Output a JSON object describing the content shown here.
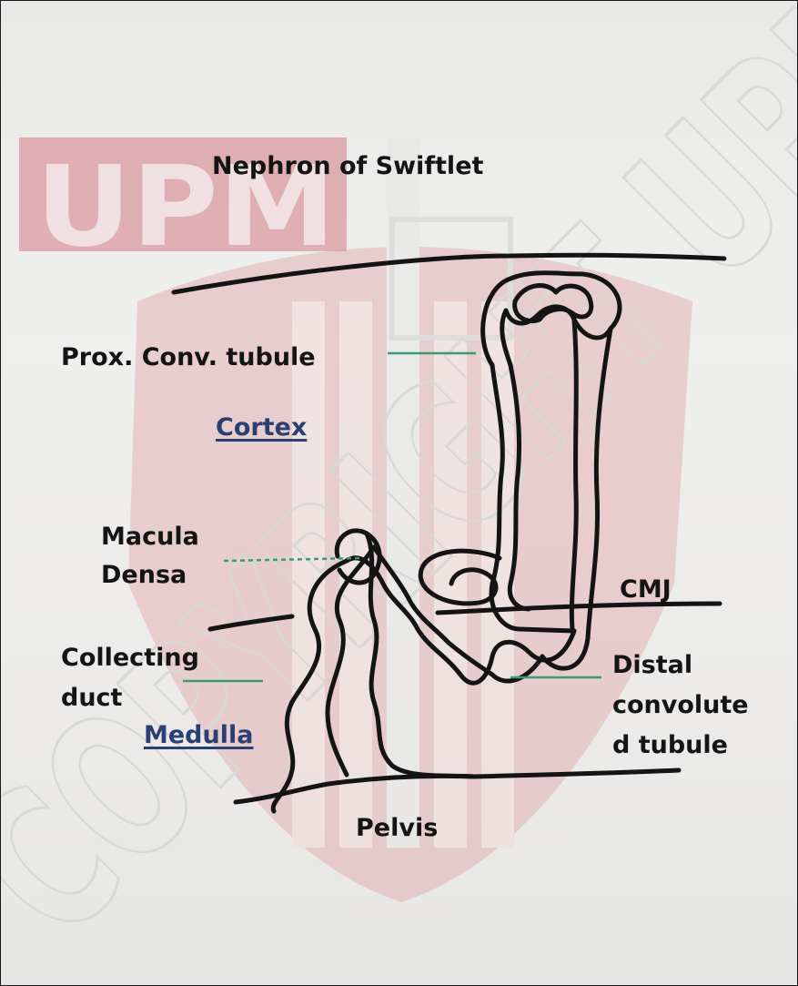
{
  "watermark": {
    "logo_text": "UPM",
    "diagonal_text": "COPYRIGHT UPM",
    "colors": {
      "red": "#d48a92",
      "gray": "#c9c9c7"
    }
  },
  "diagram": {
    "title": "Nephron of Swiftlet",
    "labels": {
      "proximal": "Prox. Conv. tubule",
      "cortex": "Cortex",
      "macula_line1": "Macula",
      "macula_line2": "Densa",
      "cmj": "CMJ",
      "collecting_line1": "Collecting",
      "collecting_line2": "duct",
      "medulla": "Medulla",
      "distal_line1": "Distal",
      "distal_line2": "convolute",
      "distal_line3": "d tubule",
      "pelvis": "Pelvis"
    },
    "colors": {
      "ink": "#141414",
      "region_label": "#2b3f72",
      "leader_line": "#3a9a7a"
    }
  }
}
